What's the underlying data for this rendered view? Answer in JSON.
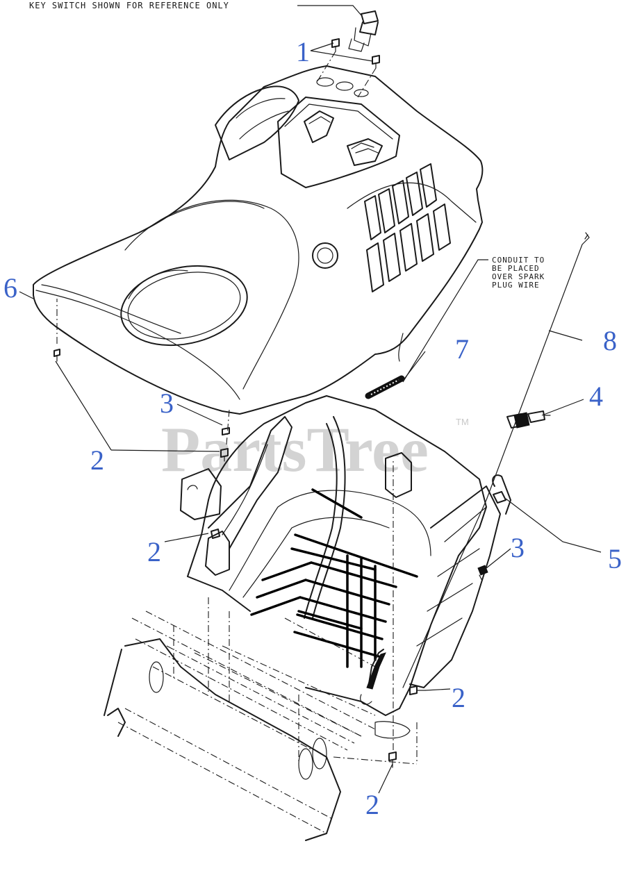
{
  "notes": {
    "key_switch": "KEY SWITCH SHOWN FOR REFERENCE ONLY",
    "conduit_line1": "CONDUIT TO",
    "conduit_line2": "BE PLACED",
    "conduit_line3": "OVER SPARK",
    "conduit_line4": "PLUG WIRE"
  },
  "watermark": {
    "text": "PartsTree",
    "tm": "TM"
  },
  "callouts": {
    "c1": "1",
    "c2a": "2",
    "c2b": "2",
    "c2c": "2",
    "c2d": "2",
    "c3a": "3",
    "c3b": "3",
    "c4": "4",
    "c5": "5",
    "c6": "6",
    "c7": "7",
    "c8": "8"
  },
  "colors": {
    "callout": "#3a62c8",
    "line": "#1a1a1a",
    "watermark": "#d3d3d3"
  }
}
